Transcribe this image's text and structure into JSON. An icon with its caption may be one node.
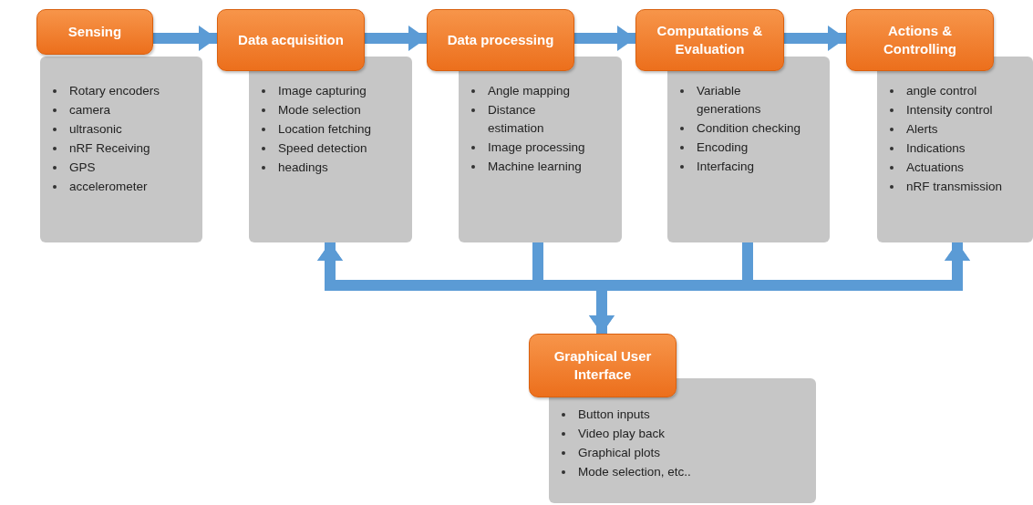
{
  "diagram": {
    "nodes": [
      {
        "text": [
          "Sensing"
        ]
      },
      {
        "text": [
          "Rotary encoders",
          "camera",
          "ultrasonic",
          "nRF  Receiving",
          "GPS",
          "accelerometer"
        ]
      },
      {
        "text": [
          "Data acquisition"
        ]
      },
      {
        "text": [
          "Image capturing",
          "Mode selection",
          "Location fetching",
          "Speed detection",
          "headings"
        ]
      },
      {
        "text": [
          "Data processing"
        ]
      },
      {
        "text": [
          "Angle mapping",
          "Distance estimation",
          "Image processing",
          "Machine learning"
        ]
      },
      {
        "text": [
          "Computations & Evaluation"
        ]
      },
      {
        "text": [
          "Variable generations",
          "Condition checking",
          "Encoding",
          "Interfacing"
        ]
      },
      {
        "text": [
          "Actions & Controlling"
        ]
      },
      {
        "text": [
          "angle control",
          "Intensity control",
          "Alerts",
          "Indications",
          "Actuations",
          "nRF transmission"
        ]
      },
      {
        "text": [
          "Graphical User Interface"
        ]
      },
      {
        "text": [
          "Button inputs",
          "Video play back",
          "Graphical plots",
          "Mode selection, etc.."
        ]
      }
    ],
    "edges": [
      {
        "from": 0,
        "to": 2,
        "arrow": "to"
      },
      {
        "from": 2,
        "to": 4,
        "arrow": "to"
      },
      {
        "from": 4,
        "to": 6,
        "arrow": "to"
      },
      {
        "from": 6,
        "to": 8,
        "arrow": "to"
      },
      {
        "from": 5,
        "to": 3,
        "arrow": "to"
      },
      {
        "from": 5,
        "to": 9,
        "arrow": "to"
      },
      {
        "from": 5,
        "to": 10,
        "arrow": "to"
      },
      {
        "from": 7,
        "to": 3,
        "arrow": "to"
      },
      {
        "from": 7,
        "to": 9,
        "arrow": "to"
      },
      {
        "from": 7,
        "to": 10,
        "arrow": "to"
      }
    ]
  }
}
